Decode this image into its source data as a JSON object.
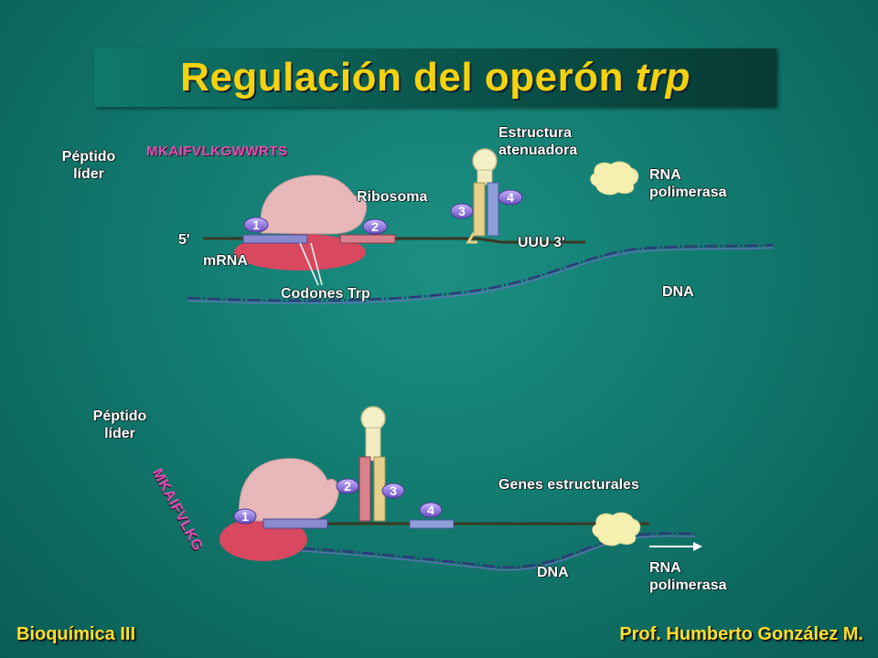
{
  "title": {
    "main": "Regulación del operón ",
    "italic": "trp"
  },
  "top": {
    "peptide_label_1": "Péptido",
    "peptide_label_2": "líder",
    "peptide_sequence": "MKAIFVLKGWWRTS",
    "attenuator_1": "Estructura",
    "attenuator_2": "atenuadora",
    "ribosome": "Ribosoma",
    "rnapol_1": "RNA",
    "rnapol_2": "polimerasa",
    "five_prime": "5'",
    "mrna": "mRNA",
    "uuu": "UUU 3'",
    "codons": "Codones Trp",
    "dna": "DNA",
    "regions": [
      "1",
      "2",
      "3",
      "4"
    ]
  },
  "bottom": {
    "peptide_label_1": "Péptido",
    "peptide_label_2": "líder",
    "peptide_sequence": "MKAIFVLKG",
    "structural_genes": "Genes estructurales",
    "dna": "DNA",
    "rnapol_1": "RNA",
    "rnapol_2": "polimerasa",
    "regions": [
      "1",
      "2",
      "3",
      "4"
    ]
  },
  "footer": {
    "left": "Bioquímica III",
    "right": "Prof. Humberto González M."
  },
  "colors": {
    "title_text": "#f5d20f",
    "ribosome_large": "#e7b7b9",
    "ribosome_small": "#d8485e",
    "rna_polymerase": "#f5f0b0",
    "dna": "#4a4fa0",
    "peptide": "#e24fb0",
    "region_marker": "#8c6fd6",
    "footer_text": "#ffe02a"
  }
}
